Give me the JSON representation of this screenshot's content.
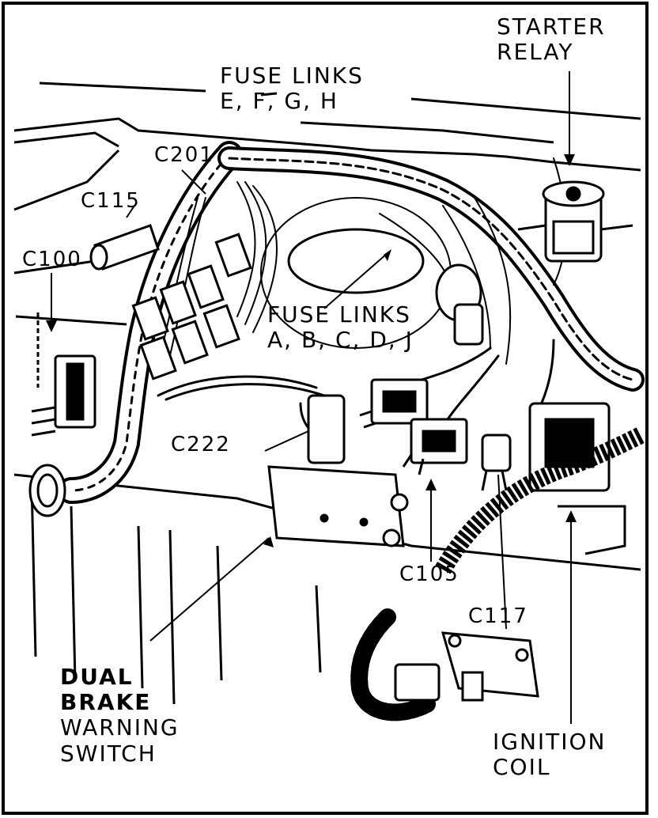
{
  "labels": {
    "starter_relay": {
      "line1": "STARTER",
      "line2": "RELAY"
    },
    "fuse_links_top": {
      "line1": "FUSE LINKS",
      "line2": "E, F, G, H"
    },
    "c201": "C201",
    "c115": "C115",
    "c100": "C100",
    "fuse_links_mid": {
      "line1": "FUSE LINKS",
      "line2": "A, B, C, D, J"
    },
    "c222": "C222",
    "c105": "C105",
    "c117": "C117",
    "dual_brake": {
      "line1": "DUAL",
      "line2": "BRAKE",
      "line3": "WARNING",
      "line4": "SWITCH"
    },
    "ignition_coil": {
      "line1": "IGNITION",
      "line2": "COIL"
    }
  },
  "colors": {
    "ink": "#000000",
    "paper": "#ffffff"
  }
}
